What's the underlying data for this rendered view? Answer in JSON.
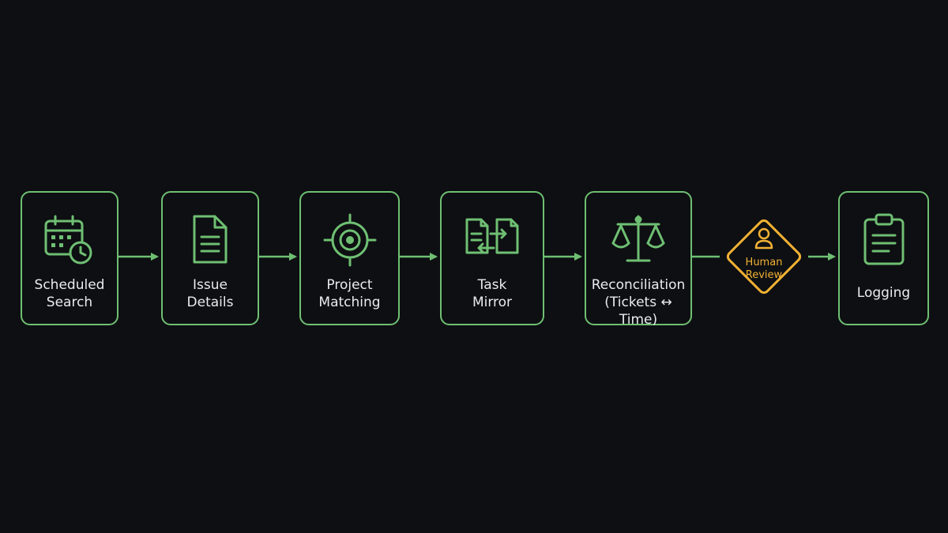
{
  "colors": {
    "background": "#0d0f12",
    "accent_green": "#6fbf73",
    "review_amber": "#f2b134",
    "text": "#e9ecef"
  },
  "nodes": [
    {
      "id": "scheduled-search",
      "label": "Scheduled\nSearch",
      "icon": "calendar-clock-icon"
    },
    {
      "id": "issue-details",
      "label": "Issue\nDetails",
      "icon": "document-icon"
    },
    {
      "id": "project-matching",
      "label": "Project\nMatching",
      "icon": "target-icon"
    },
    {
      "id": "task-mirror",
      "label": "Task\nMirror",
      "icon": "mirror-documents-icon"
    },
    {
      "id": "reconciliation",
      "label": "Reconciliation\n(Tickets ↔ Time)",
      "icon": "scales-icon"
    },
    {
      "id": "logging",
      "label": "Logging",
      "icon": "clipboard-icon"
    }
  ],
  "review": {
    "label": "Human\nReview",
    "icon": "person-icon"
  }
}
